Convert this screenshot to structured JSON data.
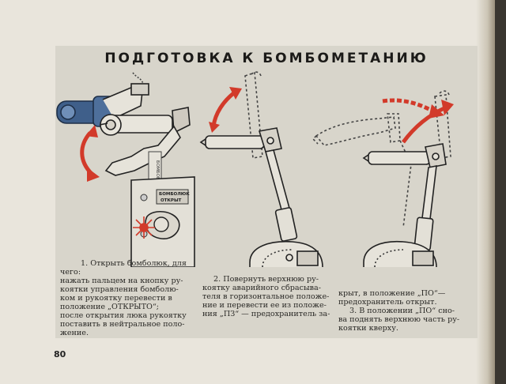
{
  "title": "ПОДГОТОВКА К БОМБОМЕТАНИЮ",
  "labels": {
    "handle_tag": "БОМБОБОЙ",
    "panel_line1": "БОМБОЛЮК",
    "panel_line2": "ОТКРЫТ"
  },
  "step1": {
    "heading": "1. Открыть бомболюк, для",
    "heading_cont": "чего:",
    "lines": [
      "нажать пальцем на кнопку ру-",
      "коятки управления бомболю-",
      "ком и рукоятку перевести в",
      "положение „ОТКРЫТО“;",
      "после открытия люка рукоятку",
      "поставить в нейтральное поло-",
      "жение."
    ]
  },
  "step2": {
    "lines": [
      "2. Повернуть верхнюю ру-",
      "коятку аварийного сбрасыва-",
      "теля в горизонтальное положе-",
      "ние и перевести ее из положе-",
      "ния „ПЗ“ — предохранитель за-"
    ]
  },
  "step3": {
    "lines": [
      "крыт, в положение „ПО“—",
      "предохранитель открыт.",
      "3. В положении „ПО“ сно-",
      "ва поднять верхнюю часть ру-",
      "коятки кверху."
    ]
  },
  "page_number": "80",
  "colors": {
    "arrow_red": "#d23a2a",
    "ink": "#222222",
    "plate": "#d8d5cb",
    "paper": "#e9e5dc",
    "mechanism_blue": "#3f5f8a"
  }
}
